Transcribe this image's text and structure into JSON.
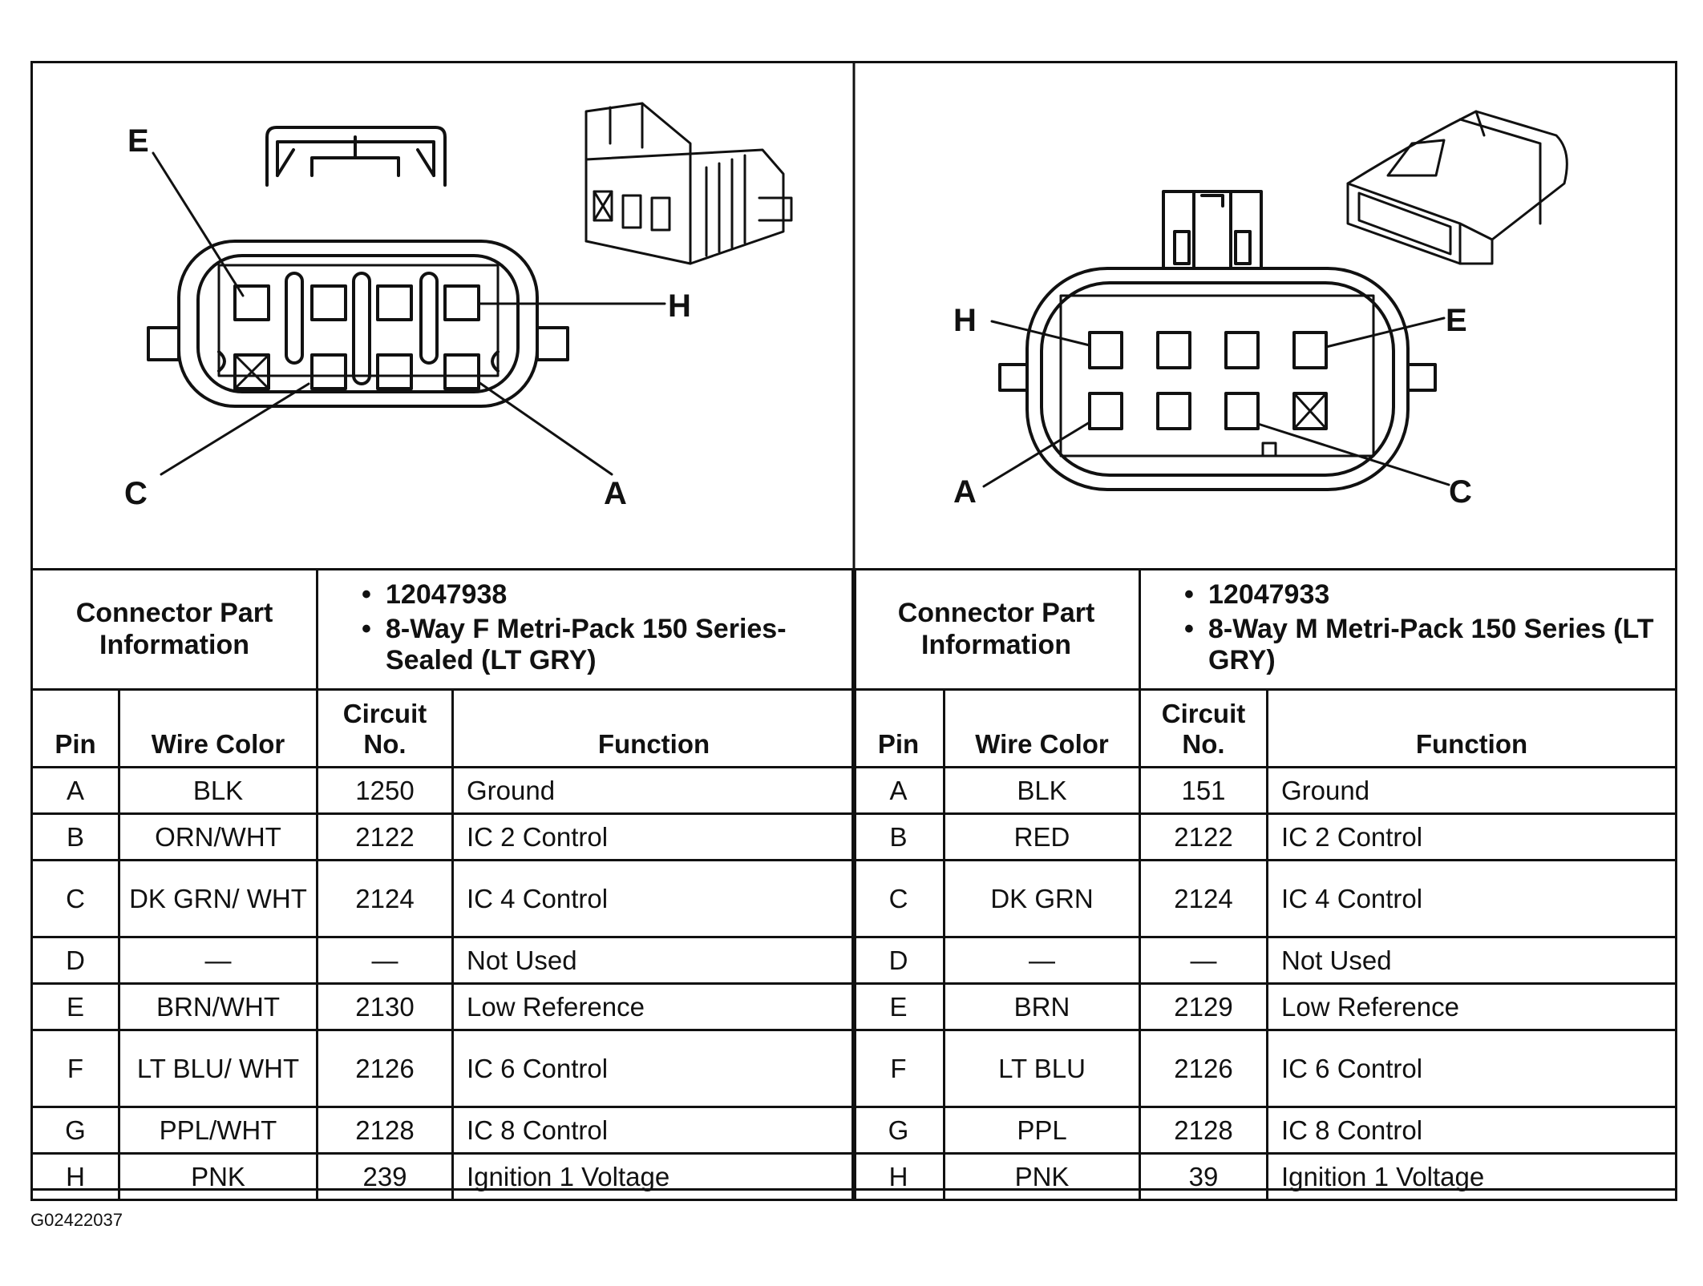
{
  "figure_id": "G02422037",
  "connectors": [
    {
      "diagram": {
        "labels": {
          "E": "E",
          "H": "H",
          "C": "C",
          "A": "A"
        }
      },
      "part_info_label": "Connector Part Information",
      "part_info": [
        "12047938",
        "8-Way F Metri-Pack 150 Series-Sealed (LT GRY)"
      ],
      "columns": {
        "pin": "Pin",
        "wire_color": "Wire Color",
        "circuit": "Circuit No.",
        "function": "Function"
      },
      "rows": [
        {
          "pin": "A",
          "wire": "BLK",
          "circuit": "1250",
          "function": "Ground"
        },
        {
          "pin": "B",
          "wire": "ORN/WHT",
          "circuit": "2122",
          "function": "IC 2 Control"
        },
        {
          "pin": "C",
          "wire": "DK GRN/ WHT",
          "circuit": "2124",
          "function": "IC 4 Control"
        },
        {
          "pin": "D",
          "wire": "—",
          "circuit": "—",
          "function": "Not Used"
        },
        {
          "pin": "E",
          "wire": "BRN/WHT",
          "circuit": "2130",
          "function": "Low Reference"
        },
        {
          "pin": "F",
          "wire": "LT BLU/ WHT",
          "circuit": "2126",
          "function": "IC 6 Control"
        },
        {
          "pin": "G",
          "wire": "PPL/WHT",
          "circuit": "2128",
          "function": "IC 8 Control"
        },
        {
          "pin": "H",
          "wire": "PNK",
          "circuit": "239",
          "function": "Ignition 1 Voltage"
        }
      ]
    },
    {
      "diagram": {
        "labels": {
          "H": "H",
          "E": "E",
          "A": "A",
          "C": "C"
        }
      },
      "part_info_label": "Connector Part Information",
      "part_info": [
        "12047933",
        "8-Way M Metri-Pack 150 Series (LT GRY)"
      ],
      "columns": {
        "pin": "Pin",
        "wire_color": "Wire Color",
        "circuit": "Circuit No.",
        "function": "Function"
      },
      "rows": [
        {
          "pin": "A",
          "wire": "BLK",
          "circuit": "151",
          "function": "Ground"
        },
        {
          "pin": "B",
          "wire": "RED",
          "circuit": "2122",
          "function": "IC 2 Control"
        },
        {
          "pin": "C",
          "wire": "DK GRN",
          "circuit": "2124",
          "function": "IC 4 Control"
        },
        {
          "pin": "D",
          "wire": "—",
          "circuit": "—",
          "function": "Not Used"
        },
        {
          "pin": "E",
          "wire": "BRN",
          "circuit": "2129",
          "function": "Low Reference"
        },
        {
          "pin": "F",
          "wire": "LT BLU",
          "circuit": "2126",
          "function": "IC 6 Control"
        },
        {
          "pin": "G",
          "wire": "PPL",
          "circuit": "2128",
          "function": "IC 8 Control"
        },
        {
          "pin": "H",
          "wire": "PNK",
          "circuit": "39",
          "function": "Ignition 1 Voltage"
        }
      ]
    }
  ]
}
